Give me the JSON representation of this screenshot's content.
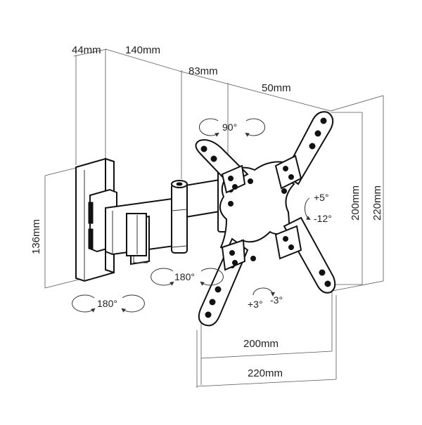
{
  "diagram": {
    "dimensions": {
      "wall_plate_width": "44mm",
      "arm_inner": "140mm",
      "arm_outer": "83mm",
      "bracket_offset": "50mm",
      "wall_plate_height": "136mm",
      "vesa_vertical": "200mm",
      "vesa_vertical_max": "220mm",
      "vesa_horizontal": "200mm",
      "vesa_horizontal_max": "220mm"
    },
    "angles": {
      "rotation": "90°",
      "wall_swivel": "180°",
      "arm_swivel": "180°",
      "tilt_up": "+5°",
      "tilt_down": "-12°",
      "level_plus": "+3°",
      "level_minus": "-3°"
    }
  }
}
